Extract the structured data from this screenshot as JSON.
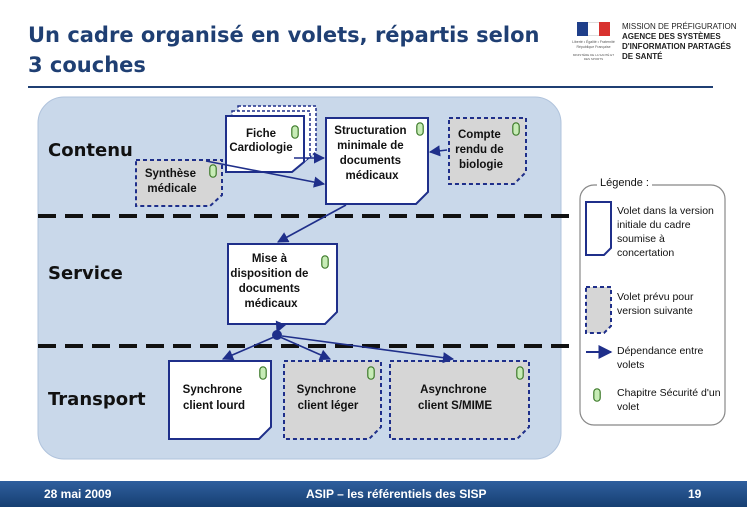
{
  "slide": {
    "title": "Un cadre organisé en volets, répartis selon 3 couches"
  },
  "logo": {
    "emblem_line1": "Liberté • Égalité • Fraternité",
    "emblem_line2": "République Française",
    "emblem_line3": "MINISTÈRE DE LA SANTÉ ET DES SPORTS",
    "org_line1": "MISSION DE PRÉFIGURATION",
    "org_line2": "AGENCE DES SYSTÈMES",
    "org_line3": "D'INFORMATION PARTAGÉS",
    "org_line4": "DE SANTÉ"
  },
  "layers": {
    "contenu": "Contenu",
    "service": "Service",
    "transport": "Transport"
  },
  "boxes": {
    "fiche": [
      "Fiche",
      "Cardiologie"
    ],
    "structuration": [
      "Structuration",
      "minimale de",
      "documents",
      "médicaux"
    ],
    "compte": [
      "Compte",
      "rendu de",
      "biologie"
    ],
    "synthese": [
      "Synthèse",
      "médicale"
    ],
    "mise": [
      "Mise à",
      "disposition de",
      "documents",
      "médicaux"
    ],
    "sync_lourd": [
      "Synchrone",
      "client lourd"
    ],
    "sync_leger": [
      "Synchrone",
      "client léger"
    ],
    "async": [
      "Asynchrone",
      "client S/MIME"
    ]
  },
  "legend": {
    "title": "Légende :",
    "item1": "Volet dans la version initiale du cadre soumise à concertation",
    "item2": "Volet prévu pour version suivante",
    "item3": "Dépendance entre volets",
    "item4": "Chapitre Sécurité d'un volet"
  },
  "footer": {
    "date": "28 mai  2009",
    "center": "ASIP – les référentiels des SISP",
    "page": "19"
  },
  "colors": {
    "title": "#1f3f73",
    "panel": "#c9d8ea",
    "box_border": "#1f2f8a",
    "future_fill": "#d6d6d6",
    "security_green": "#c7ecb6",
    "footer": "#1f4f8a"
  }
}
